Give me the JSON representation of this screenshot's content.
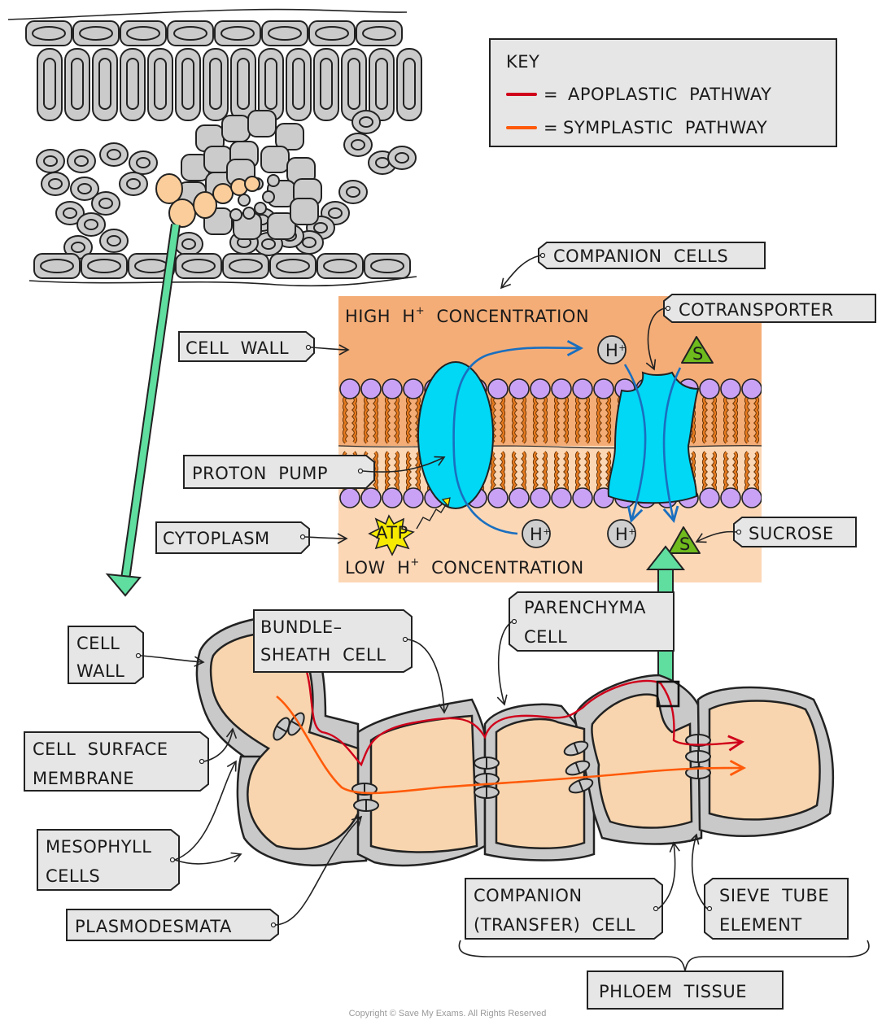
{
  "key": {
    "title": "KEY",
    "items": [
      {
        "symbol": "=",
        "label": "APOPLASTIC  PATHWAY",
        "color": "#d0021b"
      },
      {
        "symbol": "=",
        "label": "SYMPLASTIC  PATHWAY",
        "color": "#ff5a0a"
      }
    ]
  },
  "membrane": {
    "high_label": "HIGH  H",
    "high_sup": "+",
    "high_suffix": "  CONCENTRATION",
    "low_label": "LOW  H",
    "low_sup": "+",
    "low_suffix": "  CONCENTRATION",
    "ion_label": "H",
    "ion_sup": "+",
    "sucrose_symbol": "S",
    "atp_label": "ATP",
    "colors": {
      "outside": "#f5ad77",
      "inside": "#fcd7b6",
      "phospholipid_head": "#c9a2f5",
      "tail": "#e57a1f",
      "protein": "#00d8f5",
      "flow_arrow": "#1a6fbf",
      "sucrose": "#6fba1c",
      "atp": "#f5ea00"
    }
  },
  "labels": {
    "companion_cells": "COMPANION  CELLS",
    "cotransporter": "COTRANSPORTER",
    "cell_wall_top": "CELL  WALL",
    "proton_pump": "PROTON  PUMP",
    "cytoplasm": "CYTOPLASM",
    "sucrose": "SUCROSE",
    "cell_wall_left": [
      "CELL",
      "WALL"
    ],
    "bundle_sheath": [
      "BUNDLE–",
      "SHEATH  CELL"
    ],
    "parenchyma": [
      "PARENCHYMA",
      "CELL"
    ],
    "cell_surface_membrane": [
      "CELL  SURFACE",
      "MEMBRANE"
    ],
    "mesophyll": [
      "MESOPHYLL",
      "CELLS"
    ],
    "plasmodesmata": "PLASMODESMATA",
    "companion_transfer": [
      "COMPANION",
      "(TRANSFER)  CELL"
    ],
    "sieve_tube": [
      "SIEVE  TUBE",
      "ELEMENT"
    ],
    "phloem_tissue": "PHLOEM  TISSUE"
  },
  "colors": {
    "zoom_arrow": "#5fdea0",
    "apoplastic": "#d0021b",
    "symplastic": "#ff5a0a",
    "vascular_highlight": "#fbcd9a",
    "tag_fill": "#e6e6e6"
  },
  "copyright": "Copyright © Save My Exams. All Rights Reserved"
}
